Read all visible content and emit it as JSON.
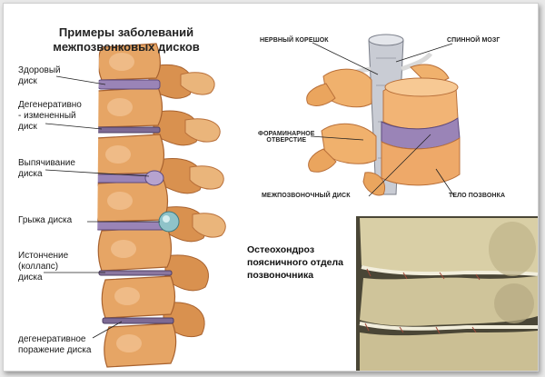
{
  "title_lines": [
    "Примеры заболеваний",
    "межпозвонковых дисков"
  ],
  "left_labels": {
    "healthy": [
      "Здоровый",
      "диск"
    ],
    "degenerative": [
      "Дегенеративно",
      "- измененный",
      "диск"
    ],
    "bulging": [
      "Выпячивание",
      "диска"
    ],
    "hernia": [
      "Грыжа диска"
    ],
    "thinning": [
      "Истончение",
      "(коллапс)",
      "диска"
    ],
    "degenerative_lesion": [
      "дегенеративное",
      "поражение диска"
    ]
  },
  "anatomy_labels": {
    "nerve_root": "НЕРВНЫЙ КОРЕШОК",
    "spinal_cord": "СПИННОЙ МОЗГ",
    "foramen": [
      "ФОРАМИНАРНОЕ",
      "ОТВЕРСТИЕ"
    ],
    "disc": "МЕЖПОЗВОНОЧНЫЙ ДИСК",
    "body": "ТЕЛО ПОЗВОНКА"
  },
  "osteo_lines": [
    "Остеохондроз",
    "поясничного отдела",
    "позвоночника"
  ],
  "colors": {
    "bone": "#e6a565",
    "bone_dark": "#b9703a",
    "disc": "#9a84b7",
    "hernia": "#8fc3c9",
    "xray_bone": "#d9cfa6"
  }
}
